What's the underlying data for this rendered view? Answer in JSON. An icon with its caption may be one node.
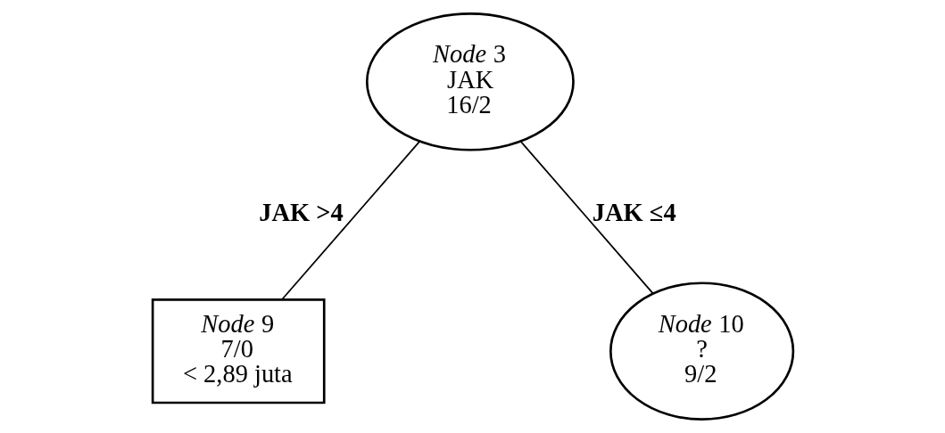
{
  "diagram": {
    "nodes": [
      {
        "text": [
          "*Node* 3",
          "JAK",
          "16/2"
        ]
      },
      {
        "text": [
          "*Node* 9",
          "7/0",
          "< 2,89 juta"
        ]
      },
      {
        "text": [
          "*Node* 10",
          "?",
          "9/2"
        ]
      }
    ],
    "edges": [
      {
        "from": 0,
        "to": 1,
        "arrow": "none",
        "label": "JAK >4"
      },
      {
        "from": 0,
        "to": 2,
        "arrow": "none",
        "label": "JAK ≤4"
      }
    ]
  }
}
